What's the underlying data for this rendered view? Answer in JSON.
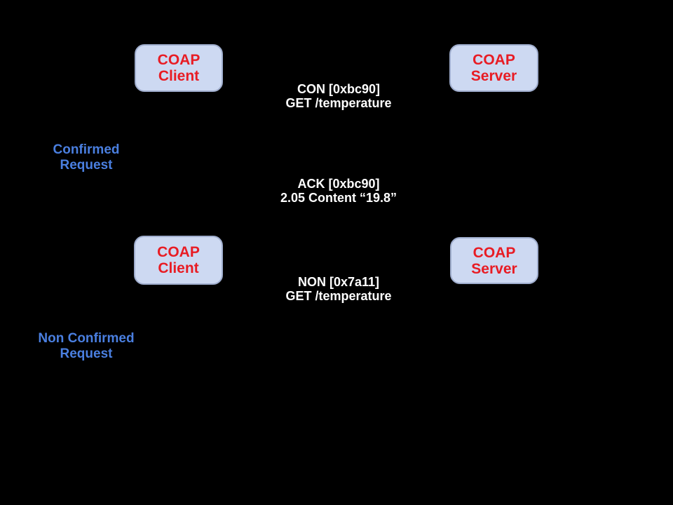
{
  "colors": {
    "background": "#000000",
    "box-fill": "#cdd9f2",
    "box-border": "#9fadcd",
    "box-text": "#e81c24",
    "message-text": "#ffffff",
    "label-text": "#4a7fe0"
  },
  "diagram": {
    "confirmed": {
      "client_box": {
        "line1": "COAP",
        "line2": "Client"
      },
      "server_box": {
        "line1": "COAP",
        "line2": "Server"
      },
      "request": {
        "line1": "CON [0xbc90]",
        "line2": "GET /temperature"
      },
      "response": {
        "line1": "ACK [0xbc90]",
        "line2": "2.05 Content “19.8”"
      },
      "label": {
        "line1": "Confirmed",
        "line2": "Request"
      }
    },
    "non_confirmed": {
      "client_box": {
        "line1": "COAP",
        "line2": "Client"
      },
      "server_box": {
        "line1": "COAP",
        "line2": "Server"
      },
      "request": {
        "line1": "NON [0x7a11]",
        "line2": "GET /temperature"
      },
      "label": {
        "line1": "Non Confirmed",
        "line2": "Request"
      }
    }
  }
}
